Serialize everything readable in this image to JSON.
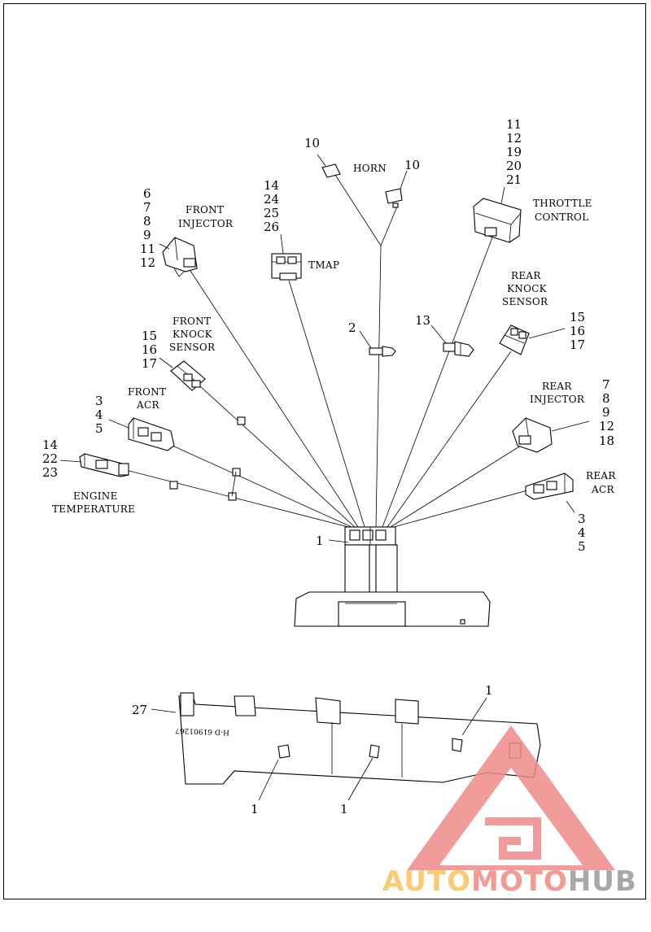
{
  "labels": {
    "horn": "HORN",
    "horn_num_left": "10",
    "horn_num_right": "10",
    "throttle_line1": "THROTTLE",
    "throttle_line2": "CONTROL",
    "throttle_nums": [
      "11",
      "12",
      "19",
      "20",
      "21"
    ],
    "front_injector_line1": "FRONT",
    "front_injector_line2": "INJECTOR",
    "front_injector_nums": [
      "6",
      "7",
      "8",
      "9",
      "11",
      "12"
    ],
    "tmap": "TMAP",
    "tmap_nums": [
      "14",
      "24",
      "25",
      "26"
    ],
    "rear_knock_line1": "REAR",
    "rear_knock_line2": "KNOCK",
    "rear_knock_line3": "SENSOR",
    "rear_knock_nums": [
      "15",
      "16",
      "17"
    ],
    "front_knock_line1": "FRONT",
    "front_knock_line2": "KNOCK",
    "front_knock_line3": "SENSOR",
    "front_knock_nums": [
      "15",
      "16",
      "17"
    ],
    "item2": "2",
    "item13": "13",
    "front_acr_line1": "FRONT",
    "front_acr_line2": "ACR",
    "front_acr_nums": [
      "3",
      "4",
      "5"
    ],
    "rear_injector_line1": "REAR",
    "rear_injector_line2": "INJECTOR",
    "rear_injector_nums": [
      "7",
      "8",
      "9",
      "12",
      "18"
    ],
    "engine_temp_nums": [
      "14",
      "22",
      "23"
    ],
    "engine_temp_line1": "ENGINE",
    "engine_temp_line2": "TEMPERATURE",
    "rear_acr_line1": "REAR",
    "rear_acr_line2": "ACR",
    "rear_acr_nums": [
      "3",
      "4",
      "5"
    ],
    "item1_top": "1",
    "item27": "27",
    "item1_tray_right": "1",
    "item1_tray_left": "1",
    "item1_tray_mid": "1",
    "tray_stamp": "H-D 61901267"
  },
  "watermark": {
    "part1": "AUTO",
    "part2": "MOTO",
    "part3": "HUB",
    "colors": {
      "triangle": "#f08a8a",
      "auto": "#f7c35c",
      "moto": "#f28a80",
      "hub": "#9a9a9a"
    }
  }
}
